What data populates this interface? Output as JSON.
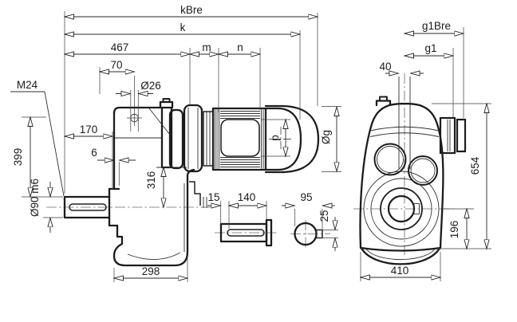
{
  "drawing_title": "gear-unit-dimension-drawing",
  "labels": {
    "front": {
      "kbre": "kBre",
      "k": "k",
      "d467": "467",
      "m": "m",
      "n": "n",
      "d70": "70",
      "d26": "Ø26",
      "m24": "M24",
      "d170": "170",
      "d6": "6",
      "d399": "399",
      "d90": "Ø90 m6",
      "d316": "316",
      "d298": "298",
      "d15": "15",
      "d140": "140",
      "d95": "95",
      "d25": "25",
      "p": "p",
      "og": "Øg"
    },
    "side": {
      "g1bre": "g1Bre",
      "g1": "g1",
      "d40": "40",
      "d654": "654",
      "d196": "196",
      "d410": "410"
    }
  },
  "colors": {
    "line": "#1c1c1c",
    "centerline": "#8f8f8f",
    "background": "#ffffff"
  }
}
